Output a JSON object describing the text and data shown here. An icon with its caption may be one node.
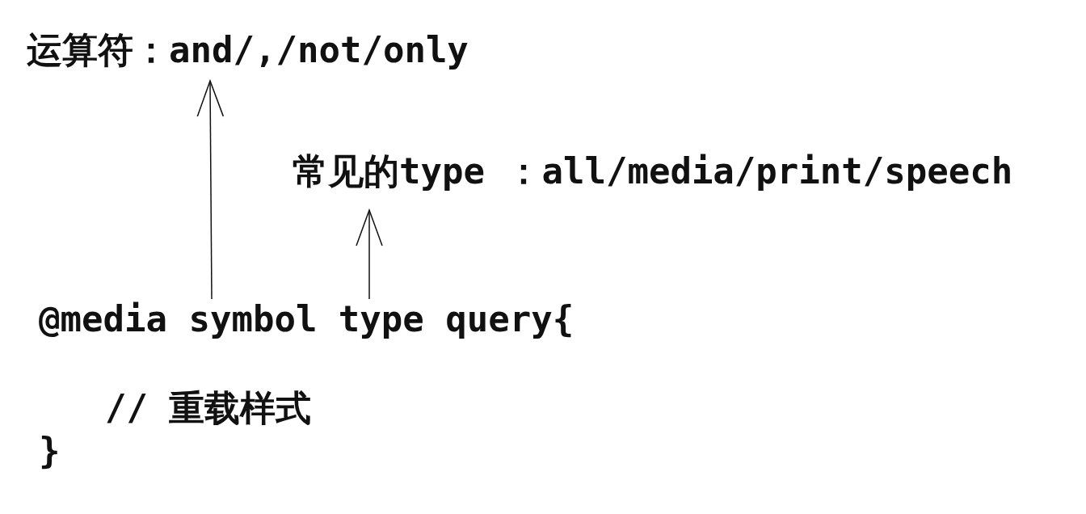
{
  "diagram": {
    "nodes": [
      {
        "text": [
          "运算符：and/,/not/only"
        ]
      },
      {
        "text": [
          "常见的type ：all/media/print/speech"
        ]
      },
      {
        "text": [
          "@media symbol type query{"
        ]
      }
    ],
    "edges": [
      {
        "from": 2,
        "to": 0,
        "arrow": "to"
      },
      {
        "from": 2,
        "to": 1,
        "arrow": "to"
      }
    ],
    "labels": [
      "// 重载样式",
      "}"
    ]
  }
}
